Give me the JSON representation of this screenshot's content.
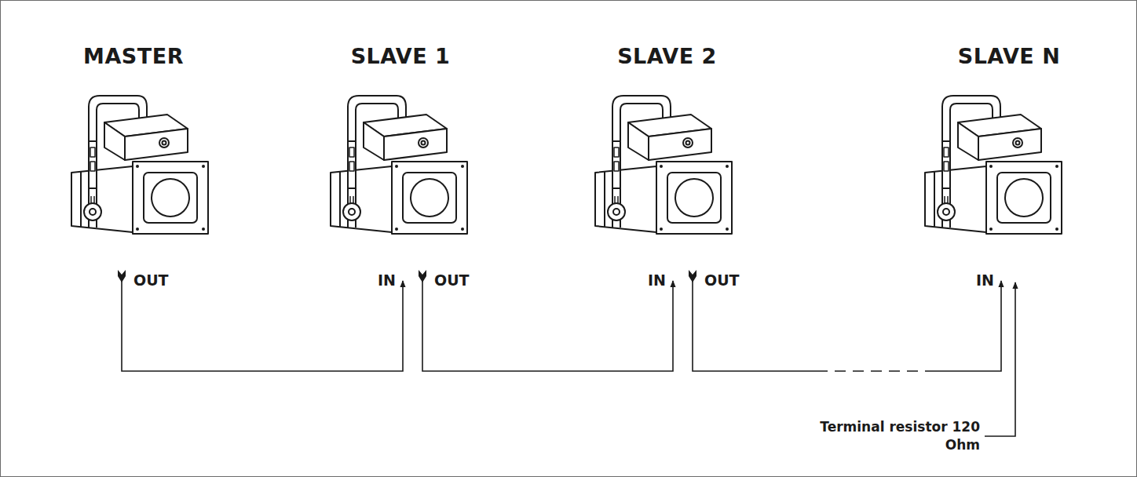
{
  "diagram": {
    "nodes": [
      {
        "text": [
          "MASTER"
        ]
      },
      {
        "text": [
          "SLAVE 1"
        ]
      },
      {
        "text": [
          "SLAVE 2"
        ]
      },
      {
        "text": [
          "SLAVE N"
        ]
      }
    ],
    "edges": [
      {
        "from": 0,
        "to": 1,
        "arrow": "to"
      },
      {
        "from": 1,
        "to": 2,
        "arrow": "to"
      },
      {
        "from": 2,
        "to": 3,
        "arrow": "to"
      }
    ],
    "labels": [
      "OUT",
      "IN",
      "OUT",
      "IN",
      "OUT",
      "IN",
      "Terminal resistor 120 Ohm"
    ]
  }
}
